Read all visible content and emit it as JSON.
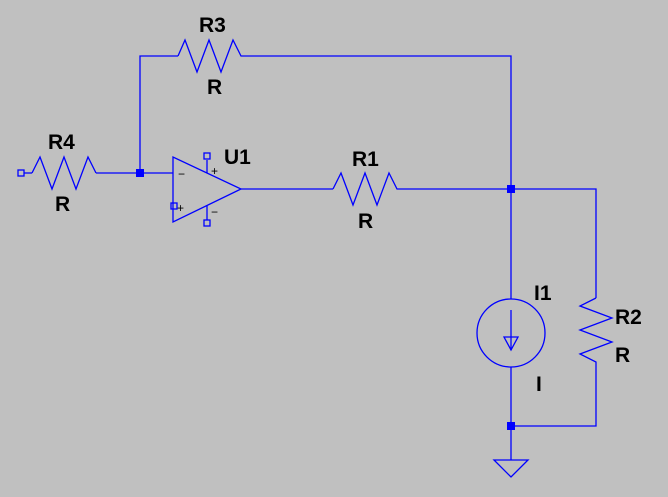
{
  "schematic": {
    "colors": {
      "background": "#c0c0c0",
      "wire": "#0000ff",
      "text": "#000000"
    },
    "components": {
      "R3": {
        "designator": "R3",
        "value": "R"
      },
      "R4": {
        "designator": "R4",
        "value": "R"
      },
      "R1": {
        "designator": "R1",
        "value": "R"
      },
      "R2": {
        "designator": "R2",
        "value": "R"
      },
      "U1": {
        "designator": "U1",
        "pin_inverting": "−",
        "pin_noninverting": "+",
        "supply_positive": "+",
        "supply_negative": "−"
      },
      "I1": {
        "designator": "I1",
        "value": "I"
      }
    }
  }
}
